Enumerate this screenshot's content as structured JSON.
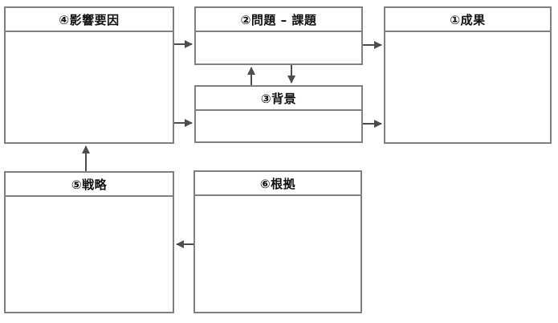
{
  "diagram": {
    "kind": "framework-template",
    "boxes": [
      {
        "id": "outcome",
        "label": "①成果"
      },
      {
        "id": "problem",
        "label": "②問題 – 課題"
      },
      {
        "id": "background",
        "label": "③背景"
      },
      {
        "id": "factors",
        "label": "④影響要因"
      },
      {
        "id": "strategy",
        "label": "⑤戦略"
      },
      {
        "id": "evidence",
        "label": "⑥根拠"
      }
    ],
    "edges": [
      {
        "from": "factors",
        "to": "problem",
        "direction": "right"
      },
      {
        "from": "factors",
        "to": "background",
        "direction": "right"
      },
      {
        "from": "problem",
        "to": "outcome",
        "direction": "right"
      },
      {
        "from": "background",
        "to": "outcome",
        "direction": "right"
      },
      {
        "from": "background",
        "to": "problem",
        "direction": "up"
      },
      {
        "from": "problem",
        "to": "background",
        "direction": "down"
      },
      {
        "from": "strategy",
        "to": "factors",
        "direction": "up"
      },
      {
        "from": "evidence",
        "to": "strategy",
        "direction": "left"
      }
    ],
    "colors": {
      "box_border": "#808080",
      "arrow": "#4d4d4d",
      "title_text": "#111111",
      "background": "#ffffff"
    }
  }
}
